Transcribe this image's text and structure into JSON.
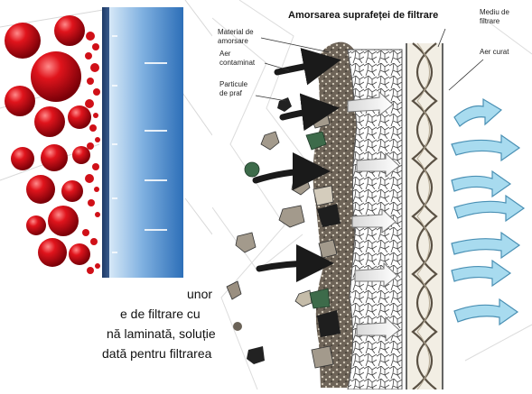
{
  "diagram": {
    "title": "Amorsarea suprafeței de filtrare",
    "labels": {
      "priming_material": [
        "Material de",
        "amorsare"
      ],
      "contaminated_air": [
        "Aer",
        "contaminat"
      ],
      "dust_particles": [
        "Particule",
        "de praf"
      ],
      "filter_media": [
        "Mediu de",
        "filtrare"
      ],
      "clean_air": "Aer curat"
    }
  },
  "caption": {
    "lines": [
      "unor",
      "e de filtrare cu",
      "nă laminată, soluție",
      "dată pentru filtrarea"
    ]
  },
  "colors": {
    "sphere_red": "#e0141c",
    "panel_blue": "#2d6fb8",
    "arrow_light_blue": "#9fd2e8",
    "dark_arrow": "#1a1a1a",
    "gray_particle": "#a39a8c",
    "green_particle": "#3d6b4a"
  }
}
